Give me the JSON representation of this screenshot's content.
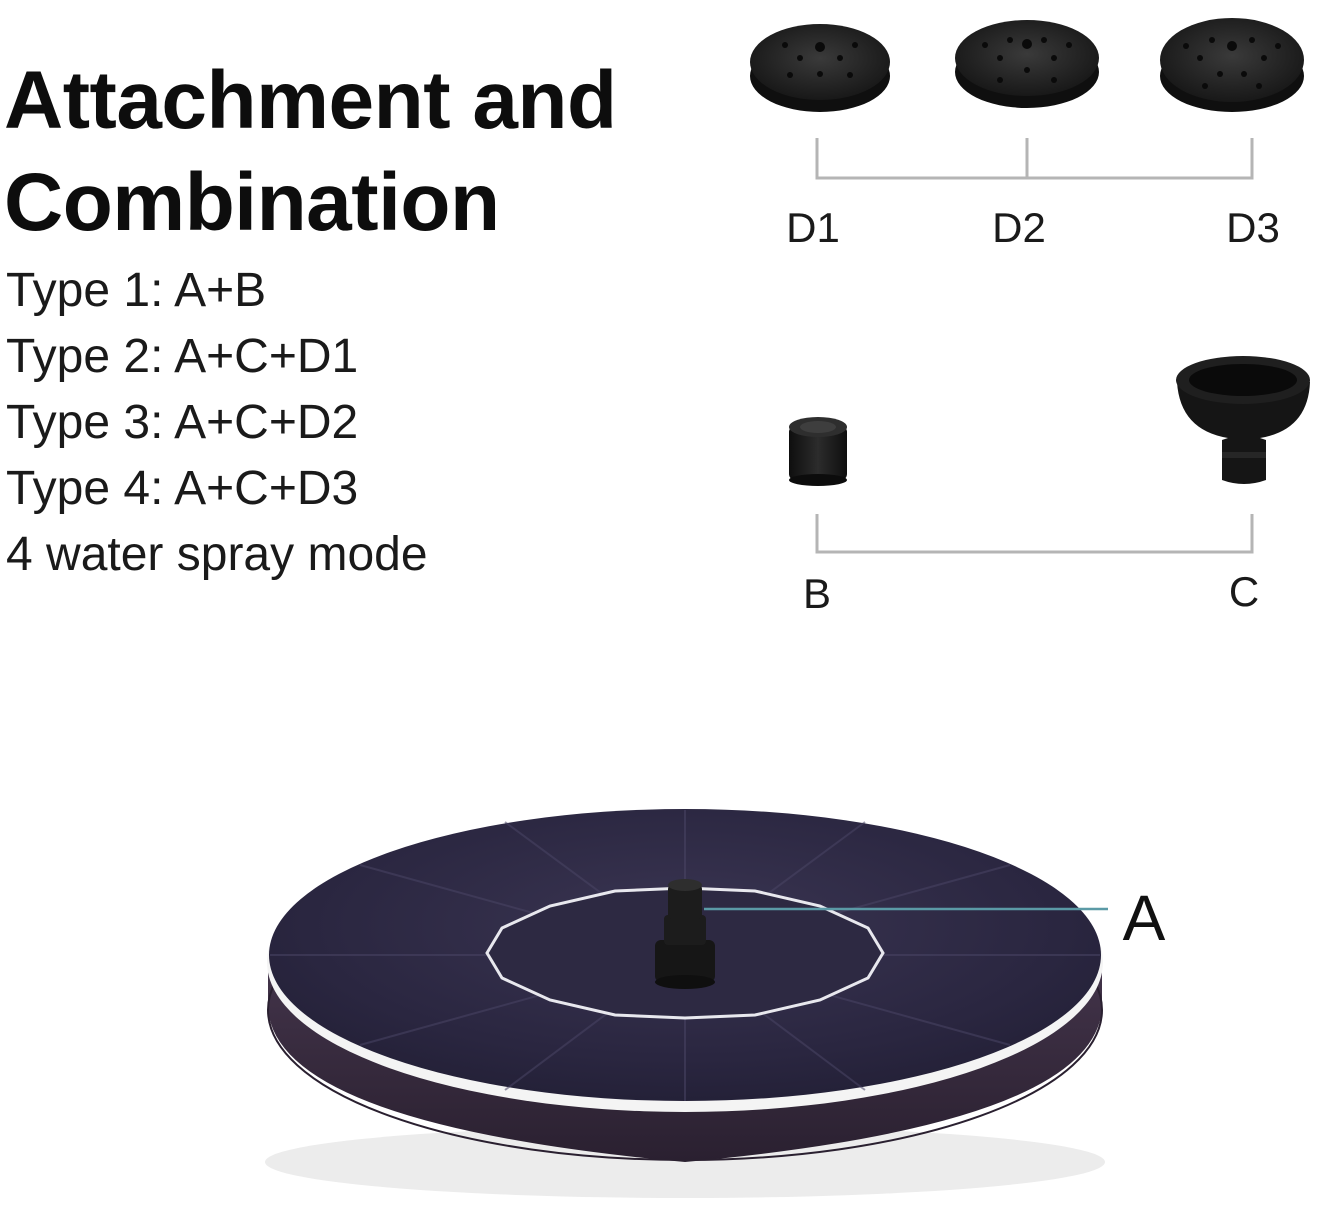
{
  "title_line1": "Attachment and",
  "title_line2": "Combination",
  "types": [
    "Type 1: A+B",
    "Type 2: A+C+D1",
    "Type 3: A+C+D2",
    "Type 4: A+C+D3",
    "4 water spray mode"
  ],
  "parts": {
    "d1": "D1",
    "d2": "D2",
    "d3": "D3",
    "b": "B",
    "c": "C",
    "a": "A"
  },
  "colors": {
    "text": "#111111",
    "bracket": "#b5b5b5",
    "nozzle": "#1b1b1b",
    "solar_panel": "#2d2942",
    "float_base": "#3a2c3c",
    "leader_line": "#5b9aa6"
  }
}
